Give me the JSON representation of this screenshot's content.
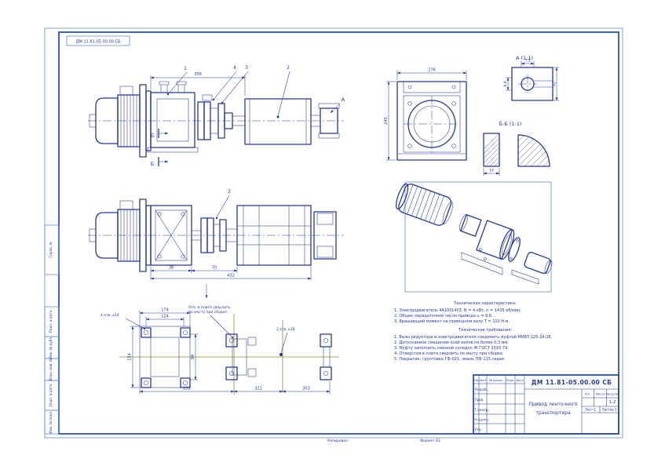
{
  "colors": {
    "line": "#24379c",
    "frame": "#2c51b0",
    "frame_light": "#5d8fd6",
    "olive": "#8e9324"
  },
  "stamp": {
    "doc": "ДМ 11.81-05.00.00 СБ"
  },
  "margin": {
    "cells": [
      "Справ. №",
      "Подп. и дата",
      "Инв. № дубл.",
      "Взам. инв. №",
      "Подп. и дата",
      "Инв. № подл."
    ],
    "copy": "Копировал",
    "format": "Формат А2"
  },
  "view_main": {
    "dim_top": "356",
    "label_a": "А",
    "label_b": "Б",
    "callout_1": "1",
    "callout_3": "3",
    "callout_4": "4",
    "callout_2": "2"
  },
  "view_front": {
    "callout_2": "2",
    "dim_1": "38",
    "dim_2": "70",
    "dim_3": "432"
  },
  "plan": {
    "note_holes": "4 отв. ⌀14",
    "note1_l1": "Отв. в плите сверлить",
    "note1_l2": "по месту при сборке",
    "note2": "2 отв. ⌀18",
    "dim_w": "174",
    "dim_w2": "124",
    "dim_h": "154",
    "dim_h2": "94",
    "dim_b1": "232",
    "dim_b2": "321",
    "dim_b3": "303"
  },
  "view_end": {
    "dim_top": "276",
    "dim_side": "245"
  },
  "detail_a": {
    "label": "А (1:1)",
    "dim_1": "7,5",
    "dim_2": "8,8",
    "dim_3": "42"
  },
  "section_b": {
    "label": "Б-Б (1:1)",
    "dim_1": "14"
  },
  "tech": {
    "heading1": "Техническая характеристика:",
    "char": [
      "1. Электродвигатель 4А100L4У3, N = 4 кВт, n = 1435 об/мин.",
      "2. Общее передаточное число привода u = 9,8.",
      "3. Вращающий момент на приводном валу Т = 110 Н·м."
    ],
    "heading2": "Технические требования:",
    "req": [
      "1. Валы редуктора и электродвигателя соединить муфтой МУВП 125-24-28.",
      "2. Допускаемое смещение осей валов не более 0,3 мм.",
      "3. Муфту заполнить смазкой солидол Ж ГОСТ 1033-79.",
      "4. Отверстия в плите сверлить по месту при сборке.",
      "5. Покрытие: грунтовка ГФ-021, эмаль ПФ-115 серая."
    ]
  },
  "title_block": {
    "doc_no": "ДМ 11.81-05.00.00 СБ",
    "name_1": "Привод ленточного",
    "name_2": "транспортера",
    "lit_label": "Лит.",
    "mass_label": "Масса",
    "scale_label": "Масштаб",
    "scale": "1:2",
    "sheet": "Лист 1",
    "sheets": "Листов 1",
    "header": {
      "izm": "Изм.",
      "list": "Лист",
      "doc": "№ докум.",
      "sign": "Подп.",
      "date": "Дата"
    },
    "roles": [
      "Разраб.",
      "Пров.",
      "Т.контр.",
      "Н.контр.",
      "Утв."
    ]
  }
}
